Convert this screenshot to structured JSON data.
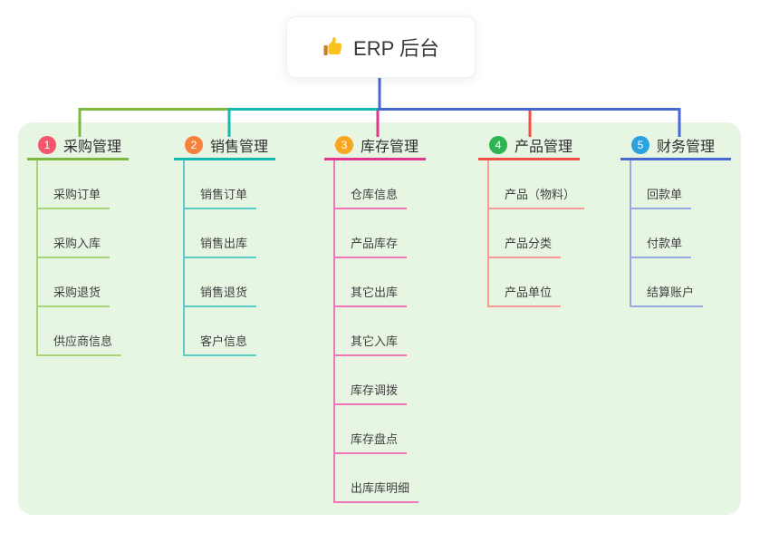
{
  "root": {
    "title": "ERP 后台",
    "icon": "thumbs-up-icon"
  },
  "colors": {
    "canvas_bg": "#ffffff",
    "board_bg": "#e7f5e3",
    "root_line": "#4868d1",
    "text": "#3f3f3f"
  },
  "branches": [
    {
      "index": "1",
      "title": "采购管理",
      "badge_color": "#f4566c",
      "line_color": "#7cb93e",
      "sub_line_color": "#a8d578",
      "items": [
        "采购订单",
        "采购入库",
        "采购退货",
        "供应商信息"
      ]
    },
    {
      "index": "2",
      "title": "销售管理",
      "badge_color": "#f6813c",
      "line_color": "#14b8b1",
      "sub_line_color": "#5fcdc6",
      "items": [
        "销售订单",
        "销售出库",
        "销售退货",
        "客户信息"
      ]
    },
    {
      "index": "3",
      "title": "库存管理",
      "badge_color": "#f8a71e",
      "line_color": "#e1368d",
      "sub_line_color": "#f077b6",
      "items": [
        "仓库信息",
        "产品库存",
        "其它出库",
        "其它入库",
        "库存调拨",
        "库存盘点",
        "出库库明细"
      ]
    },
    {
      "index": "4",
      "title": "产品管理",
      "badge_color": "#2fb454",
      "line_color": "#f04f47",
      "sub_line_color": "#f59b94",
      "items": [
        "产品（物料）",
        "产品分类",
        "产品单位"
      ]
    },
    {
      "index": "5",
      "title": "财务管理",
      "badge_color": "#2ba2df",
      "line_color": "#4868d1",
      "sub_line_color": "#97a9e6",
      "items": [
        "回款单",
        "付款单",
        "结算账户"
      ]
    }
  ]
}
